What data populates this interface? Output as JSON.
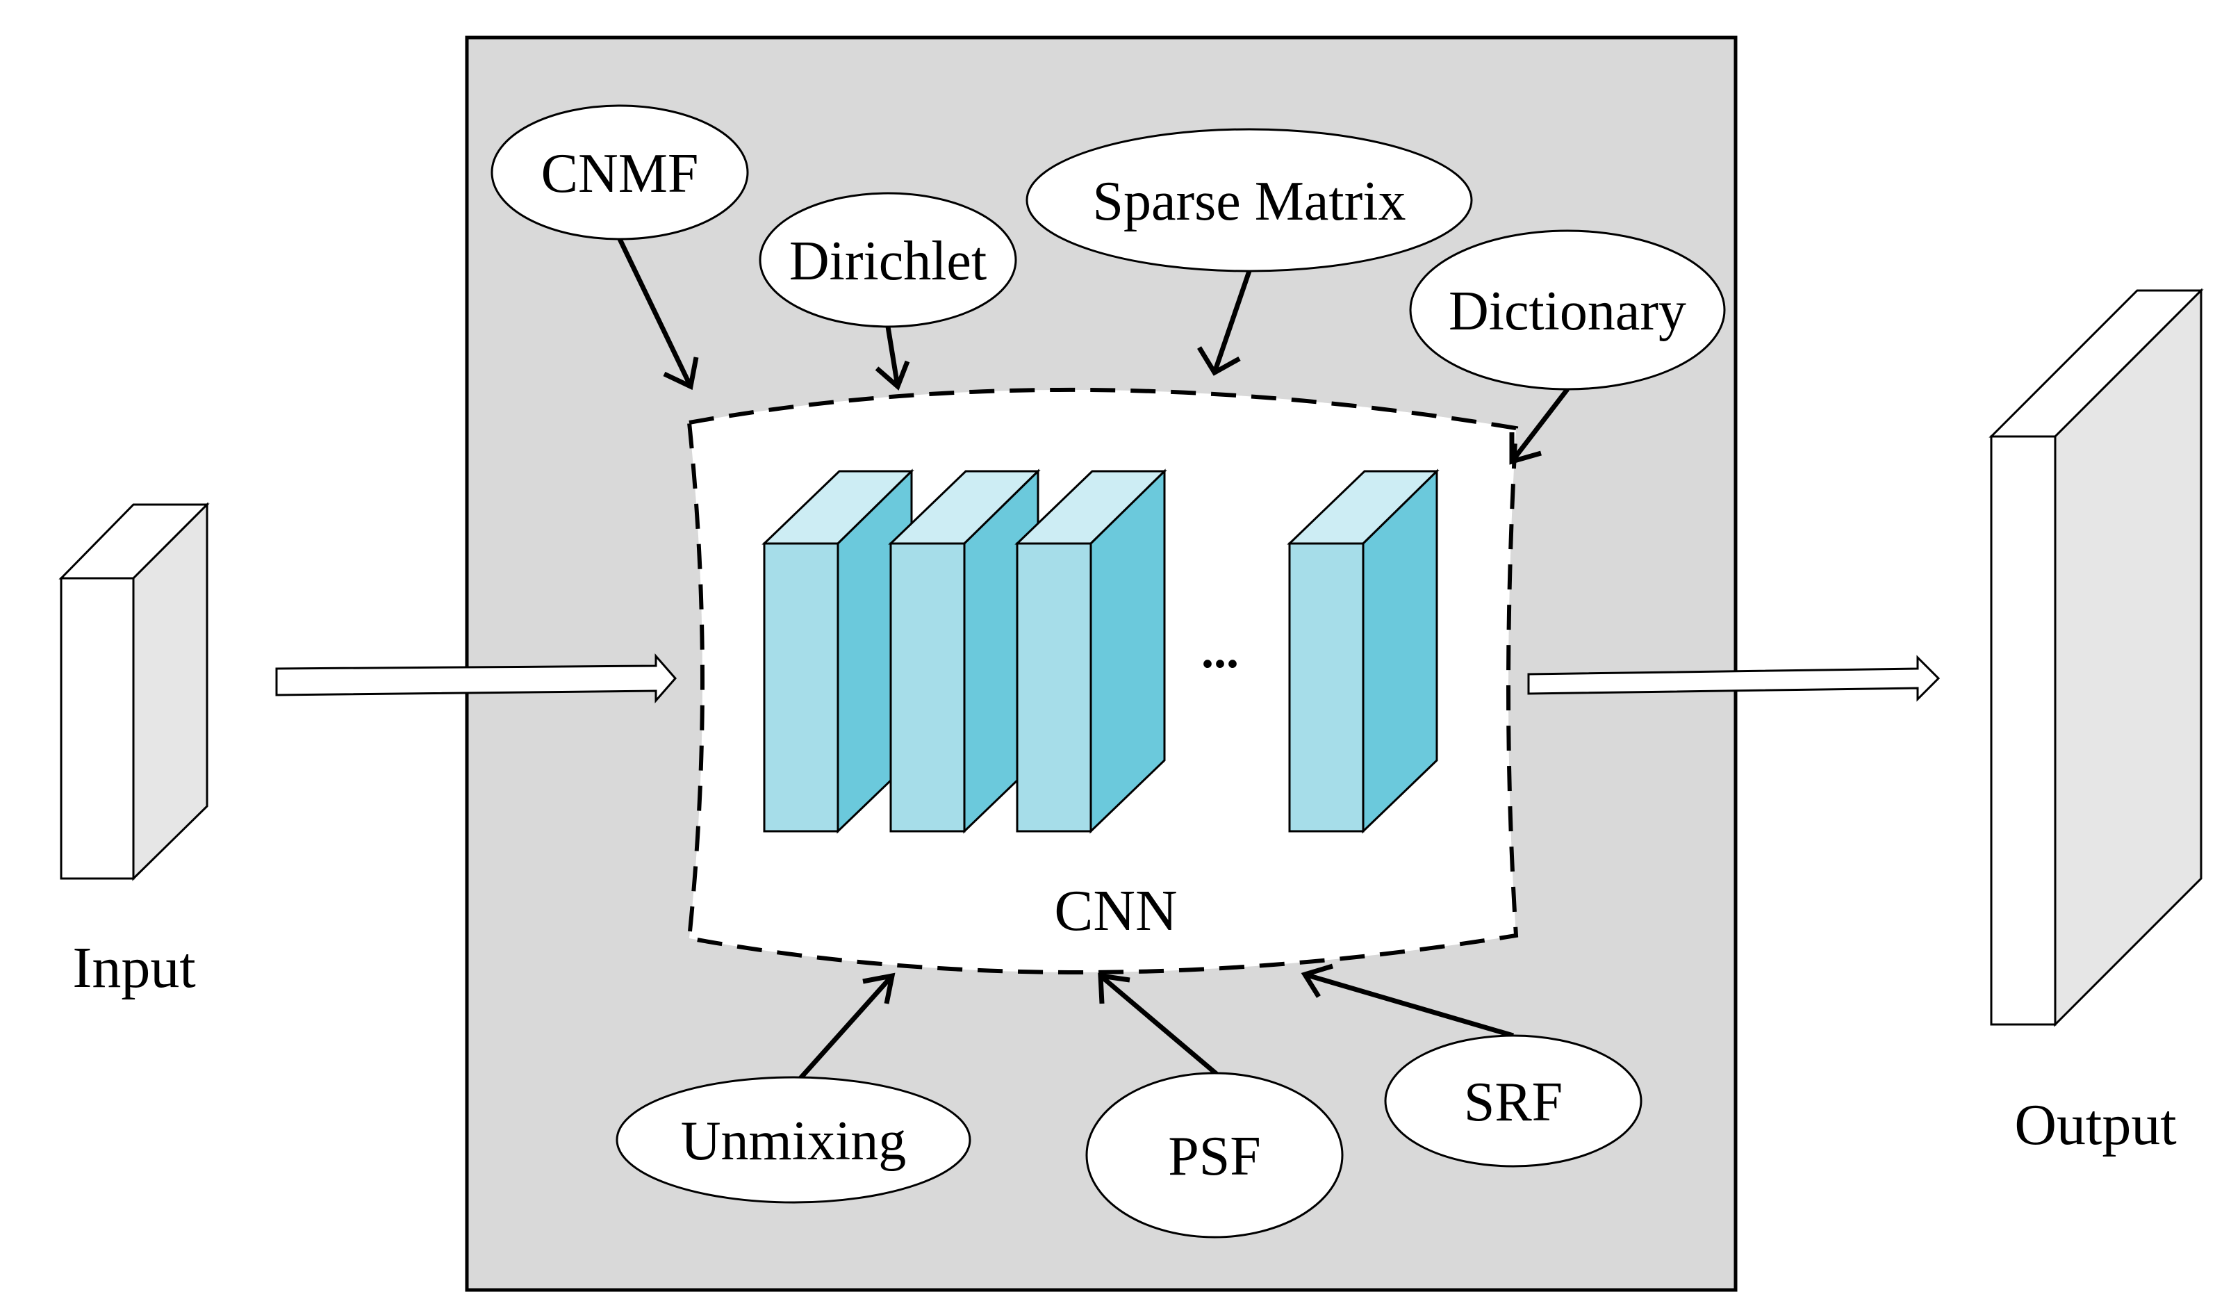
{
  "diagram": {
    "input_label": "Input",
    "output_label": "Output",
    "core_label": "CNN",
    "layer_ellipsis": "...",
    "priors_top": [
      {
        "label": "CNMF"
      },
      {
        "label": "Dirichlet"
      },
      {
        "label": "Sparse Matrix"
      },
      {
        "label": "Dictionary"
      }
    ],
    "priors_bottom": [
      {
        "label": "Unmixing"
      },
      {
        "label": "PSF"
      },
      {
        "label": "SRF"
      }
    ]
  },
  "colors": {
    "panel_fill": "#d9d9d9",
    "layer_front": "#a6dde9",
    "layer_side": "#6bc9dc",
    "layer_top": "#cdedf4",
    "block_side": "#e6e6e6",
    "line": "#000000"
  }
}
